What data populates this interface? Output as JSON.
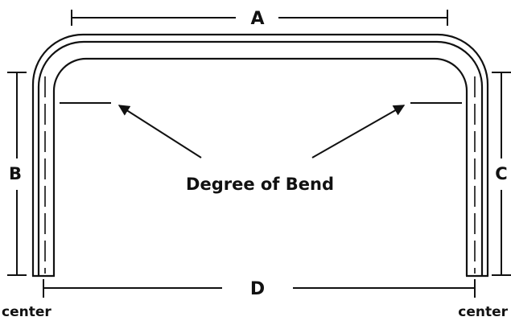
{
  "dimensions": {
    "a": "A",
    "b": "B",
    "c": "C",
    "d": "D"
  },
  "callout": "Degree of Bend",
  "endpoints": {
    "left": "center",
    "right": "center"
  }
}
